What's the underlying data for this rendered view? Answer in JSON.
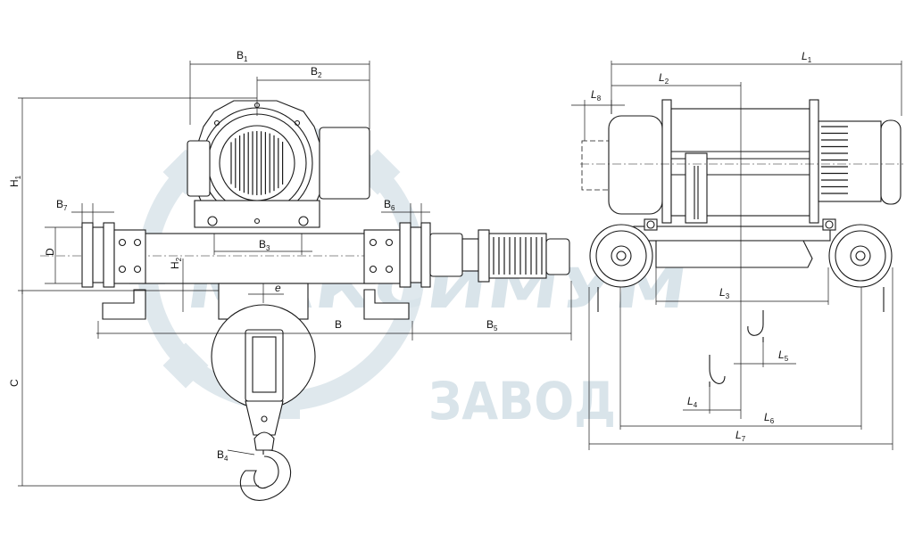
{
  "watermark": {
    "line1": "МАКСИМУМ",
    "line2": "ЗАВОД",
    "color": "#d9e4ea"
  },
  "dimensions": {
    "B1": {
      "base": "B",
      "sub": "1"
    },
    "B2": {
      "base": "B",
      "sub": "2"
    },
    "B3": {
      "base": "B",
      "sub": "3"
    },
    "B4": {
      "base": "B",
      "sub": "4"
    },
    "B5": {
      "base": "B",
      "sub": "5"
    },
    "B6": {
      "base": "B",
      "sub": "6"
    },
    "B7": {
      "base": "B",
      "sub": "7"
    },
    "B": {
      "base": "B"
    },
    "D": {
      "base": "D"
    },
    "H1": {
      "base": "H",
      "sub": "1"
    },
    "H2": {
      "base": "H",
      "sub": "2"
    },
    "C": {
      "base": "C"
    },
    "e": {
      "base": "e"
    },
    "L1": {
      "base": "L",
      "sub": "1"
    },
    "L2": {
      "base": "L",
      "sub": "2"
    },
    "L3": {
      "base": "L",
      "sub": "3"
    },
    "L4": {
      "base": "L",
      "sub": "4"
    },
    "L5": {
      "base": "L",
      "sub": "5"
    },
    "L6": {
      "base": "L",
      "sub": "6"
    },
    "L7": {
      "base": "L",
      "sub": "7"
    },
    "L8": {
      "base": "L",
      "sub": "8"
    }
  }
}
